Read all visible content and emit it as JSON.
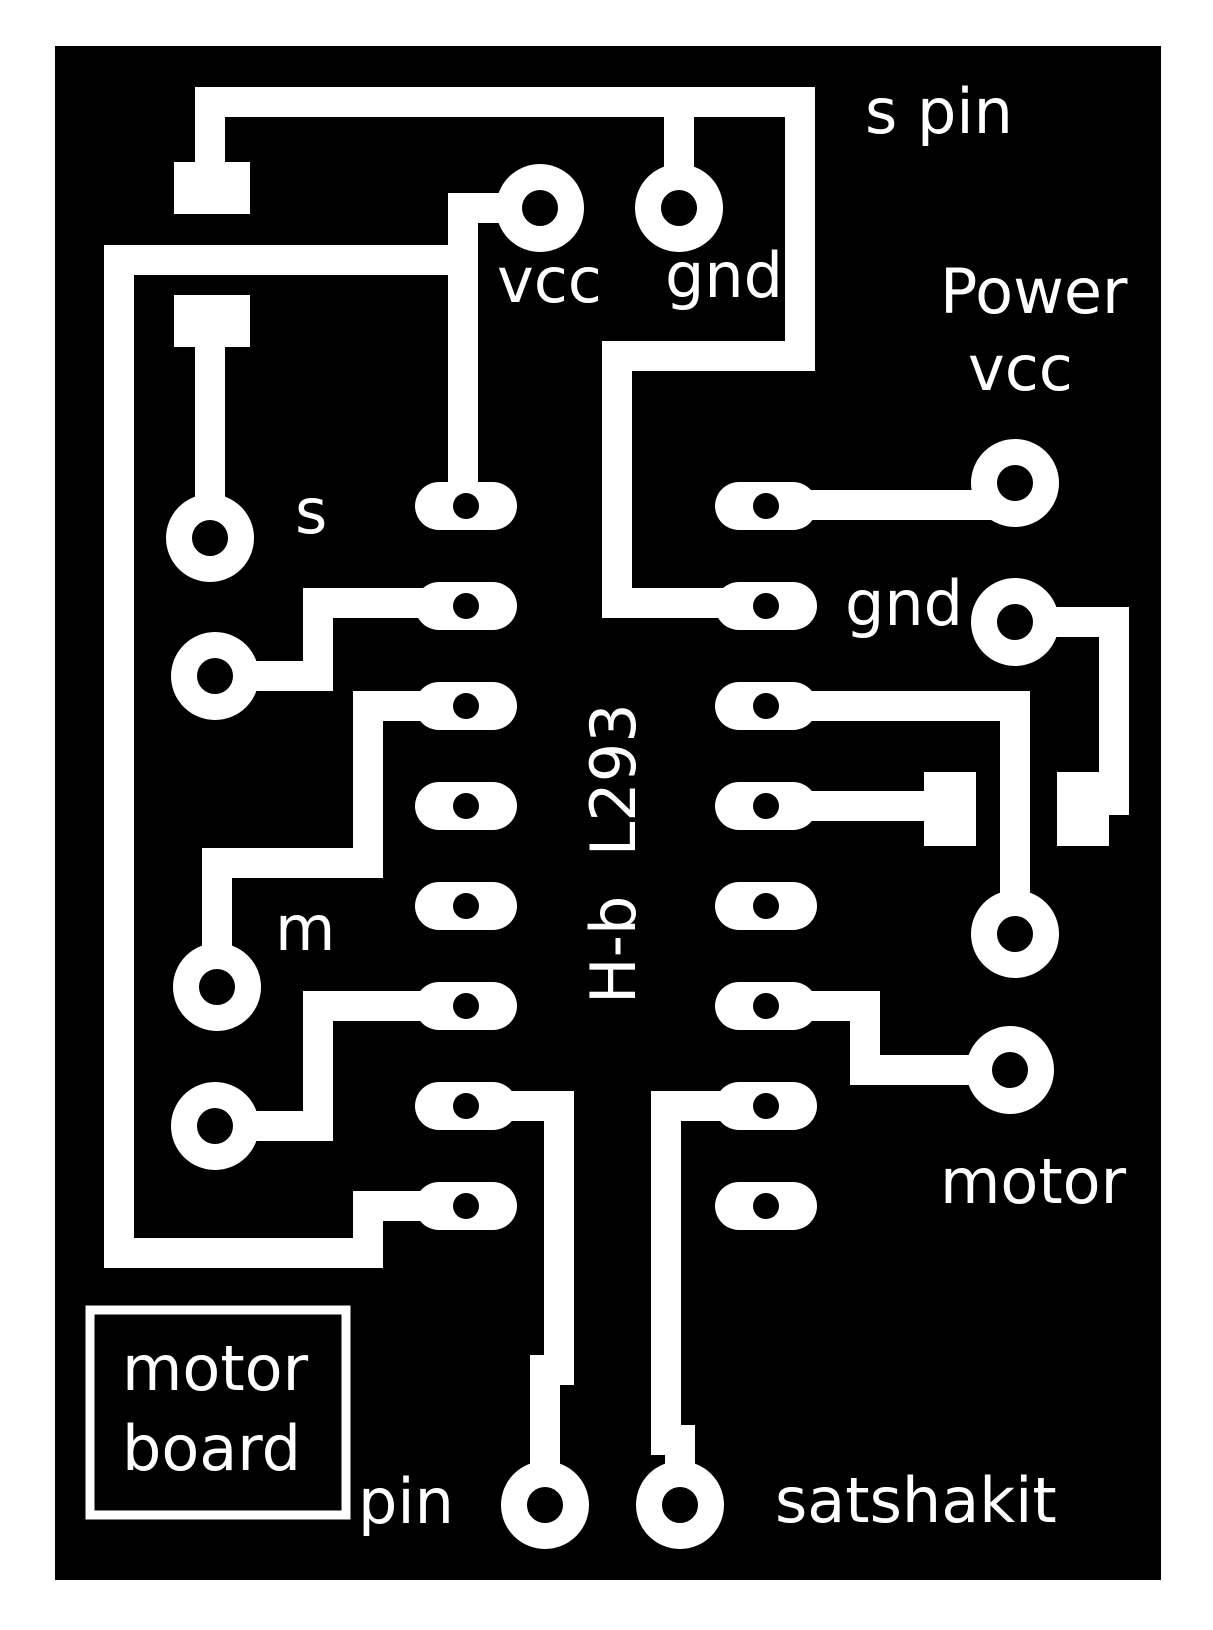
{
  "colors": {
    "board": "#000000",
    "copper": "#ffffff",
    "page": "#ffffff"
  },
  "labels": {
    "s_pin": "s pin",
    "vcc_top": "vcc",
    "gnd_top": "gnd",
    "power": "Power",
    "power_vcc": "vcc",
    "s": "s",
    "gnd_mid": "gnd",
    "chip": "H-b  L293",
    "m": "m",
    "motor": "motor",
    "title_line1": "motor",
    "title_line2": "board",
    "pin": "pin",
    "satshakit": "satshakit"
  }
}
